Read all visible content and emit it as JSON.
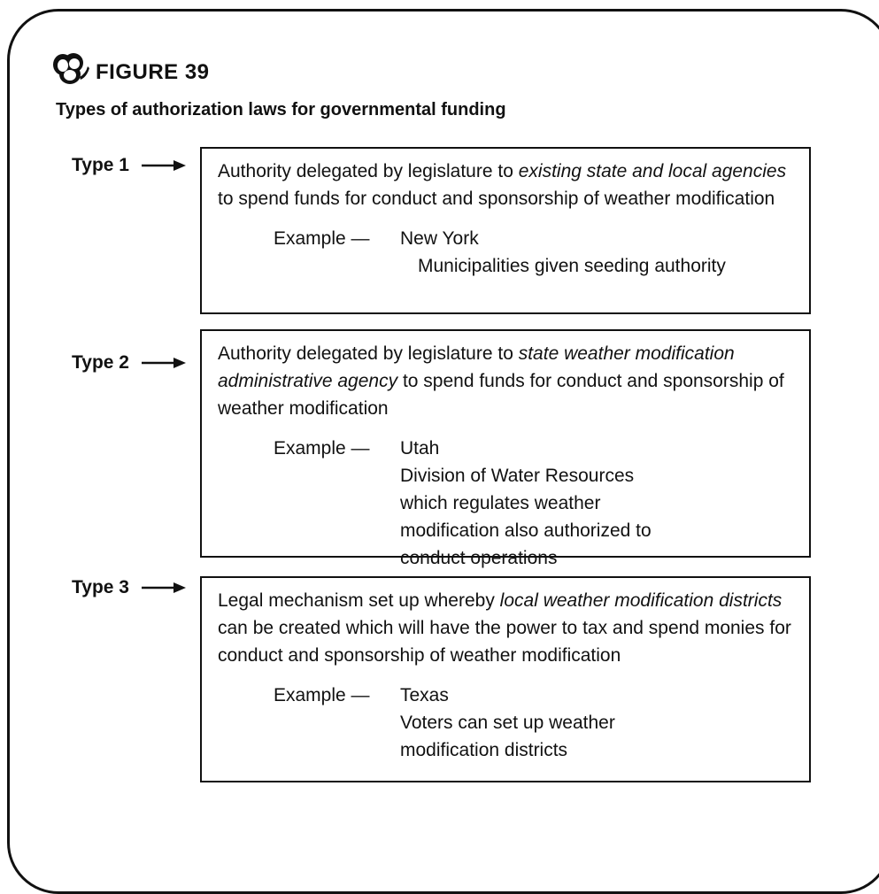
{
  "figure": {
    "title": "FIGURE 39",
    "subtitle": "Types of authorization laws for governmental funding",
    "logo_icon": "overlapping-rings-logo"
  },
  "types": [
    {
      "label": "Type 1",
      "desc_pre": "Authority delegated by legislature to ",
      "desc_em": "existing state and local agencies",
      "desc_post": " to spend funds for conduct and sponsorship of weather modification",
      "example_lead": "Example —",
      "example_state": "New York",
      "example_detail": "Municipalities given seeding authority"
    },
    {
      "label": "Type 2",
      "desc_pre": "Authority delegated by legislature to ",
      "desc_em": "state weather modification administrative agency",
      "desc_post": " to spend funds for conduct and sponsorship of weather modification",
      "example_lead": "Example —",
      "example_state": "Utah",
      "example_detail": "Division of Water Resources which regulates weather modification also authorized to conduct operations"
    },
    {
      "label": "Type 3",
      "desc_pre": "Legal mechanism set up whereby ",
      "desc_em": "local weather modification districts",
      "desc_post": " can be created which will have the power to tax and spend monies for conduct and sponsorship of weather modification",
      "example_lead": "Example —",
      "example_state": "Texas",
      "example_detail": "Voters can set up weather modification districts"
    }
  ],
  "arrow_icon": "right-arrow-icon"
}
